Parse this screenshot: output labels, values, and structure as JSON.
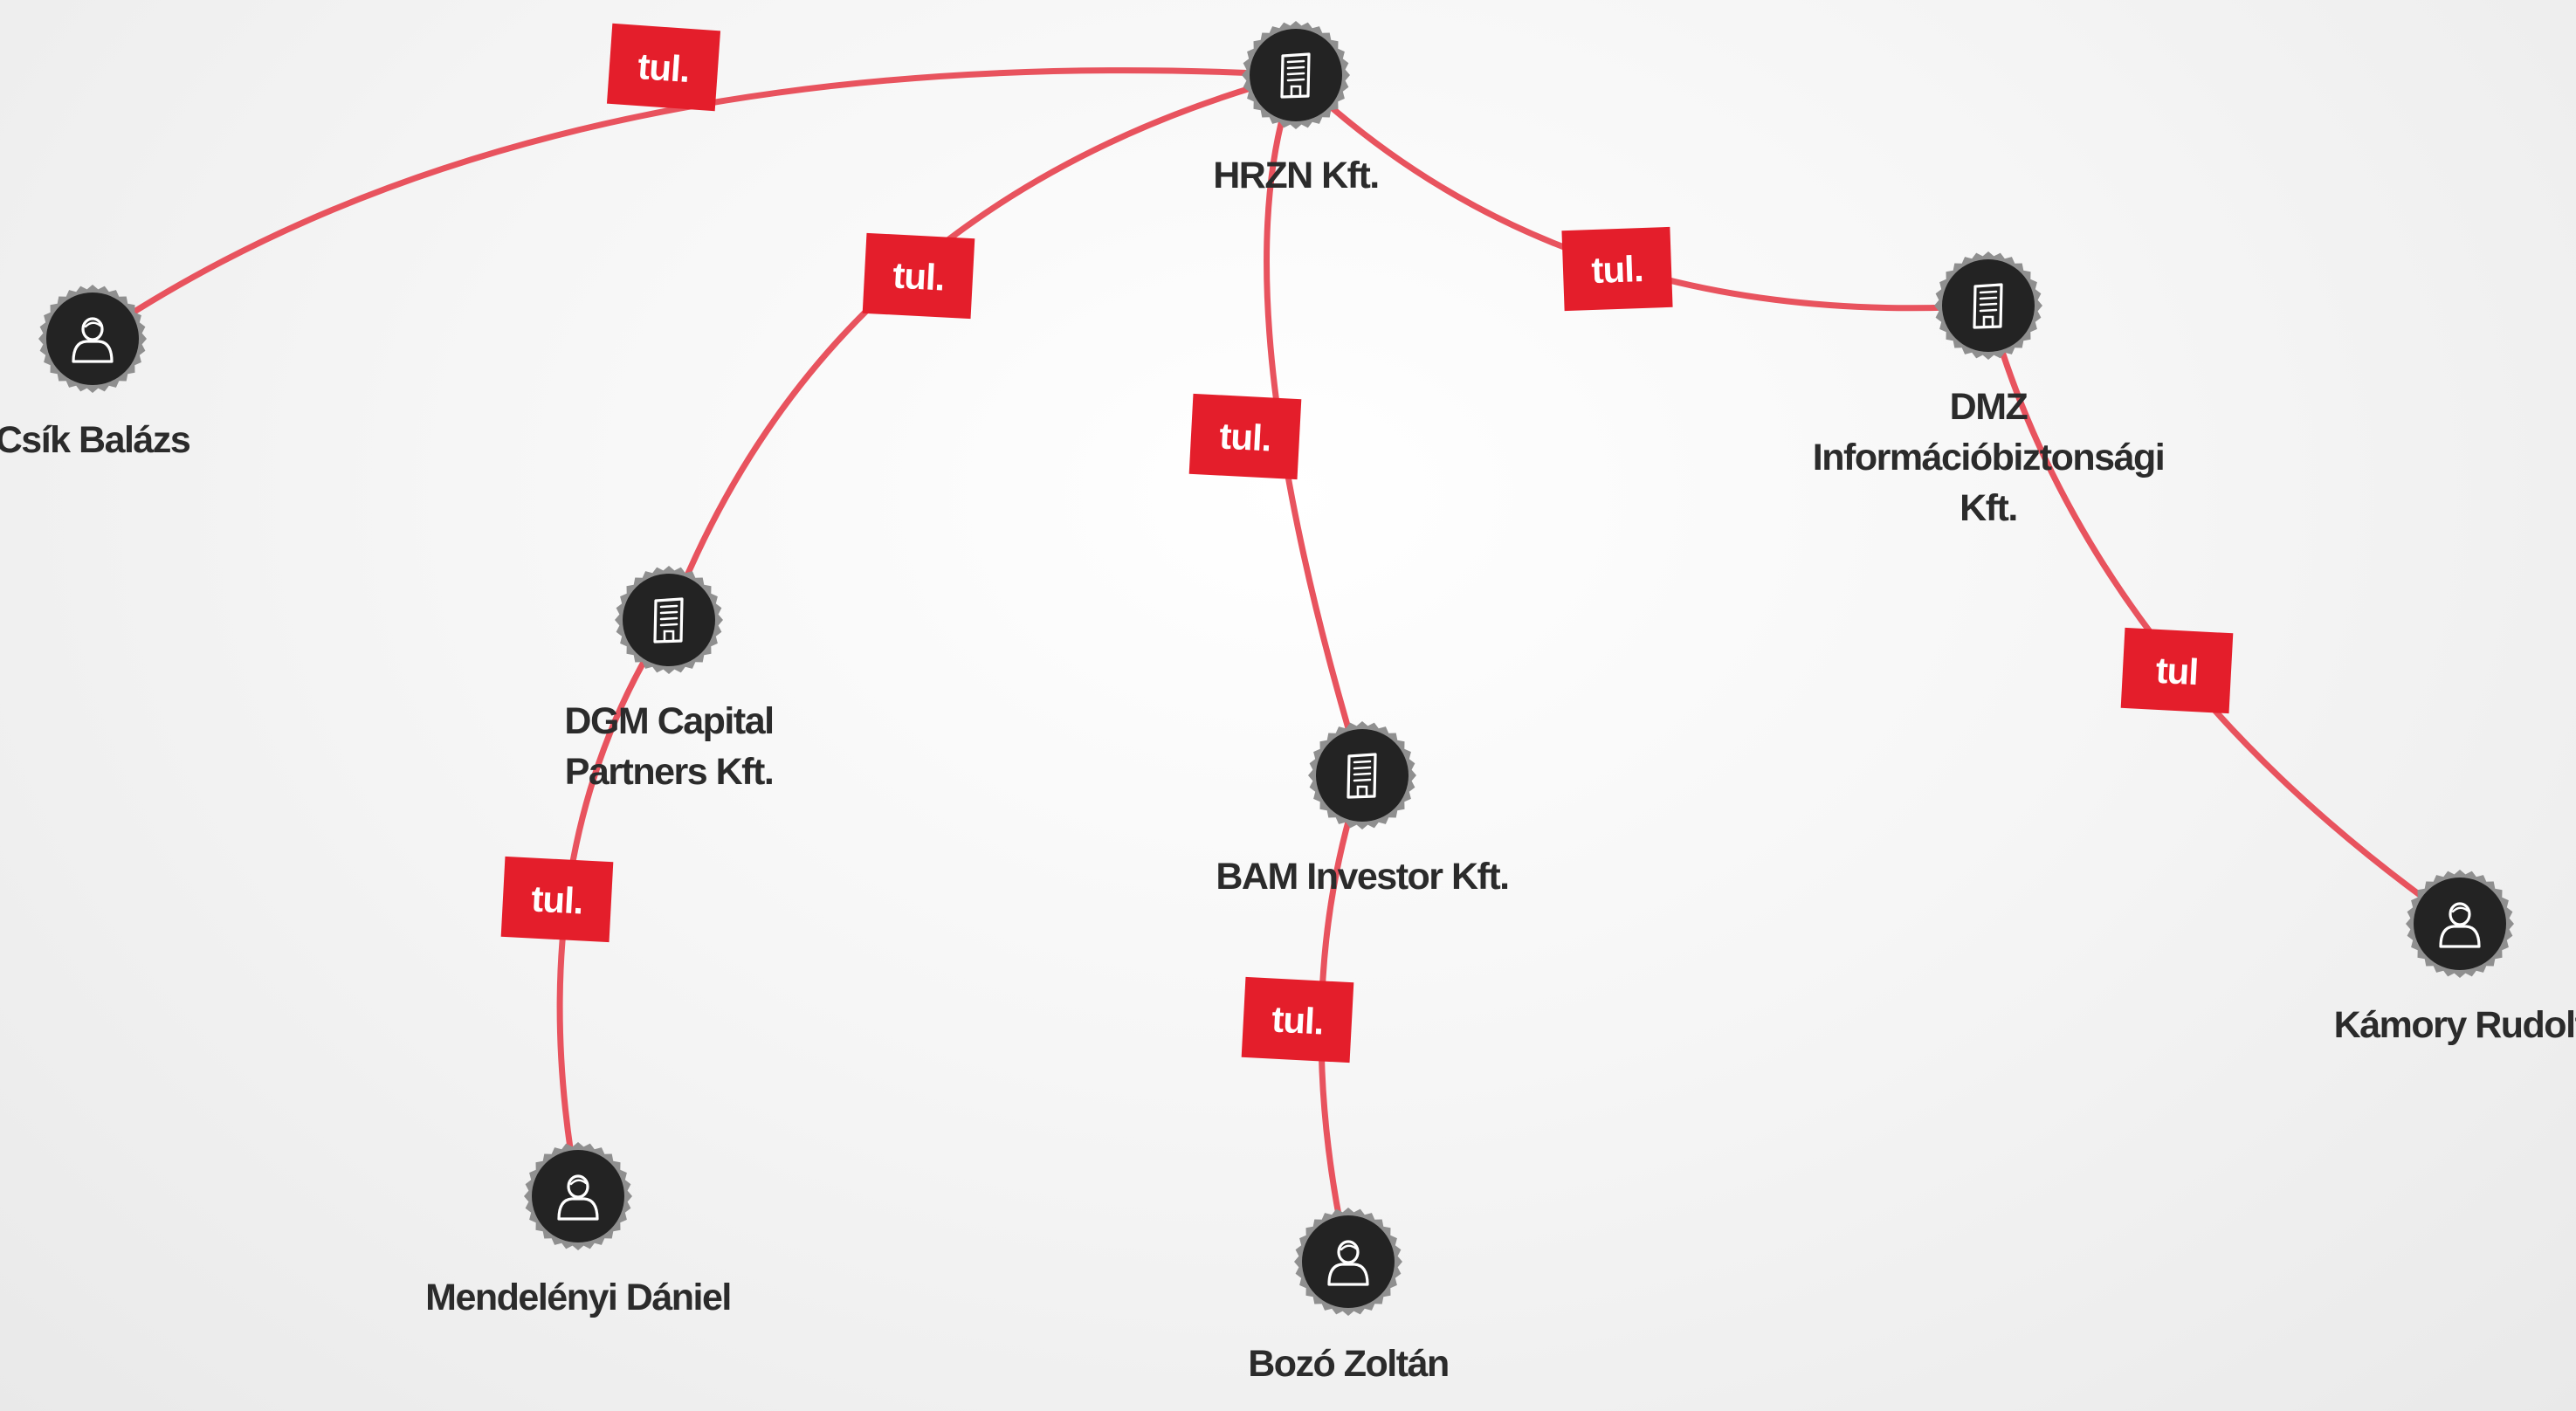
{
  "colors": {
    "edge": "#e8535e",
    "label_bg": "#e41e2b",
    "label_text": "#ffffff",
    "node_fill": "#232323",
    "node_ring": "#8f8f8f",
    "node_text": "#2b2b2b"
  },
  "nodes": [
    {
      "id": "hrzn",
      "type": "company",
      "icon": "building-icon",
      "label_lines": [
        "HRZN Kft."
      ]
    },
    {
      "id": "csik",
      "type": "person",
      "icon": "person-icon",
      "label_lines": [
        "Csík Balázs"
      ]
    },
    {
      "id": "dgm",
      "type": "company",
      "icon": "building-icon",
      "label_lines": [
        "DGM Capital",
        "Partners Kft."
      ]
    },
    {
      "id": "bam",
      "type": "company",
      "icon": "building-icon",
      "label_lines": [
        "BAM Investor Kft."
      ]
    },
    {
      "id": "dmz",
      "type": "company",
      "icon": "building-icon",
      "label_lines": [
        "DMZ",
        "Információbiztonsági",
        "Kft."
      ]
    },
    {
      "id": "mendelenyi",
      "type": "person",
      "icon": "person-icon",
      "label_lines": [
        "Mendelényi Dániel"
      ]
    },
    {
      "id": "bozo",
      "type": "person",
      "icon": "person-icon",
      "label_lines": [
        "Bozó Zoltán"
      ]
    },
    {
      "id": "kamory",
      "type": "person",
      "icon": "person-icon",
      "label_lines": [
        "Kámory Rudolf"
      ]
    }
  ],
  "edges": [
    {
      "from": "csik",
      "to": "hrzn",
      "label": "tul."
    },
    {
      "from": "dgm",
      "to": "hrzn",
      "label": "tul."
    },
    {
      "from": "bam",
      "to": "hrzn",
      "label": "tul."
    },
    {
      "from": "dmz",
      "to": "hrzn",
      "label": "tul."
    },
    {
      "from": "mendelenyi",
      "to": "dgm",
      "label": "tul."
    },
    {
      "from": "bozo",
      "to": "bam",
      "label": "tul."
    },
    {
      "from": "kamory",
      "to": "dmz",
      "label": "tul"
    }
  ]
}
